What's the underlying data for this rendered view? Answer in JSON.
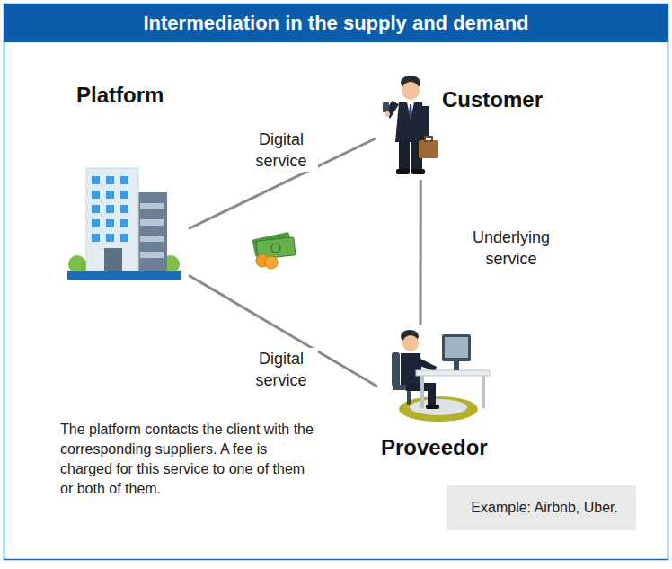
{
  "diagram": {
    "title": "Intermediation in the supply and demand",
    "nodes": [
      {
        "text": [
          "Platform"
        ]
      },
      {
        "text": [
          "Customer"
        ]
      },
      {
        "text": [
          "Proveedor"
        ]
      },
      {
        "text": [
          "Example: Airbnb, Uber."
        ]
      }
    ],
    "edges": [
      {
        "from": 0,
        "to": 1,
        "arrow": "none",
        "label": "Digital service"
      },
      {
        "from": 0,
        "to": 2,
        "arrow": "none",
        "label": "Digital service"
      },
      {
        "from": 1,
        "to": 2,
        "arrow": "none",
        "label": "Underlying service"
      }
    ],
    "labels": [
      "The platform contacts the client with the corresponding suppliers. A fee is charged for this service to one of them or both of them."
    ]
  }
}
